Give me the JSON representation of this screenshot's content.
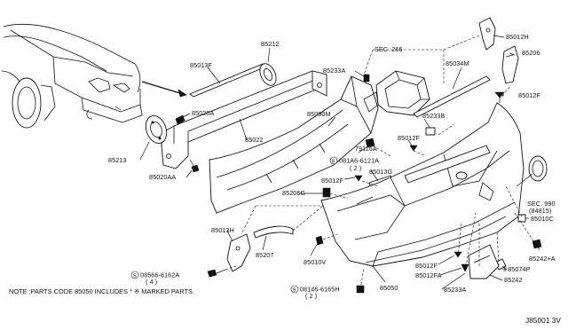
{
  "labels": {
    "p85013F": "85013F",
    "p85212": "85212",
    "p85020A": "85020A",
    "p85022": "85022",
    "p85213": "85213",
    "p85020AA": "85020AA",
    "p85233A_top": "85233A",
    "sec266": "SEC. 266",
    "p85034M": "85034M",
    "p85012H": "85012H",
    "p85206": "85206",
    "p85012F_tr": "85012F",
    "p85090M": "85090M",
    "p85233B": "85233B",
    "p85012F_mid": "85012F",
    "p79116A": "79116A",
    "b081A6": "081A6-6121A",
    "b081A6_qty": "( 2 )",
    "p85013G": "85013G",
    "p85012F_left": "85012F",
    "p85206G": "85206G",
    "p85013H": "85013H",
    "p85207": "85207",
    "p85010V": "85010V",
    "s08566": "08566-6162A",
    "s08566_qty": "( 4 )",
    "p85050": "85050",
    "p85012F_bot": "85012F",
    "p85012FA": "85012FA",
    "b08146": "08146-6165H",
    "b08146_qty": "( 2 )",
    "p85233A_bot": "85233A",
    "sec990": "SEC. 990",
    "sec990_ref": "(84815)",
    "p85010C": "85010C",
    "p85242A": "85242+A",
    "p85074P": "※85074P",
    "p85242": "85242"
  },
  "footer": {
    "note": "NOTE :PARTS CODE 85050 INCLUDES * ※ MARKED PARTS.",
    "diagram_code": "J85001 3V"
  }
}
